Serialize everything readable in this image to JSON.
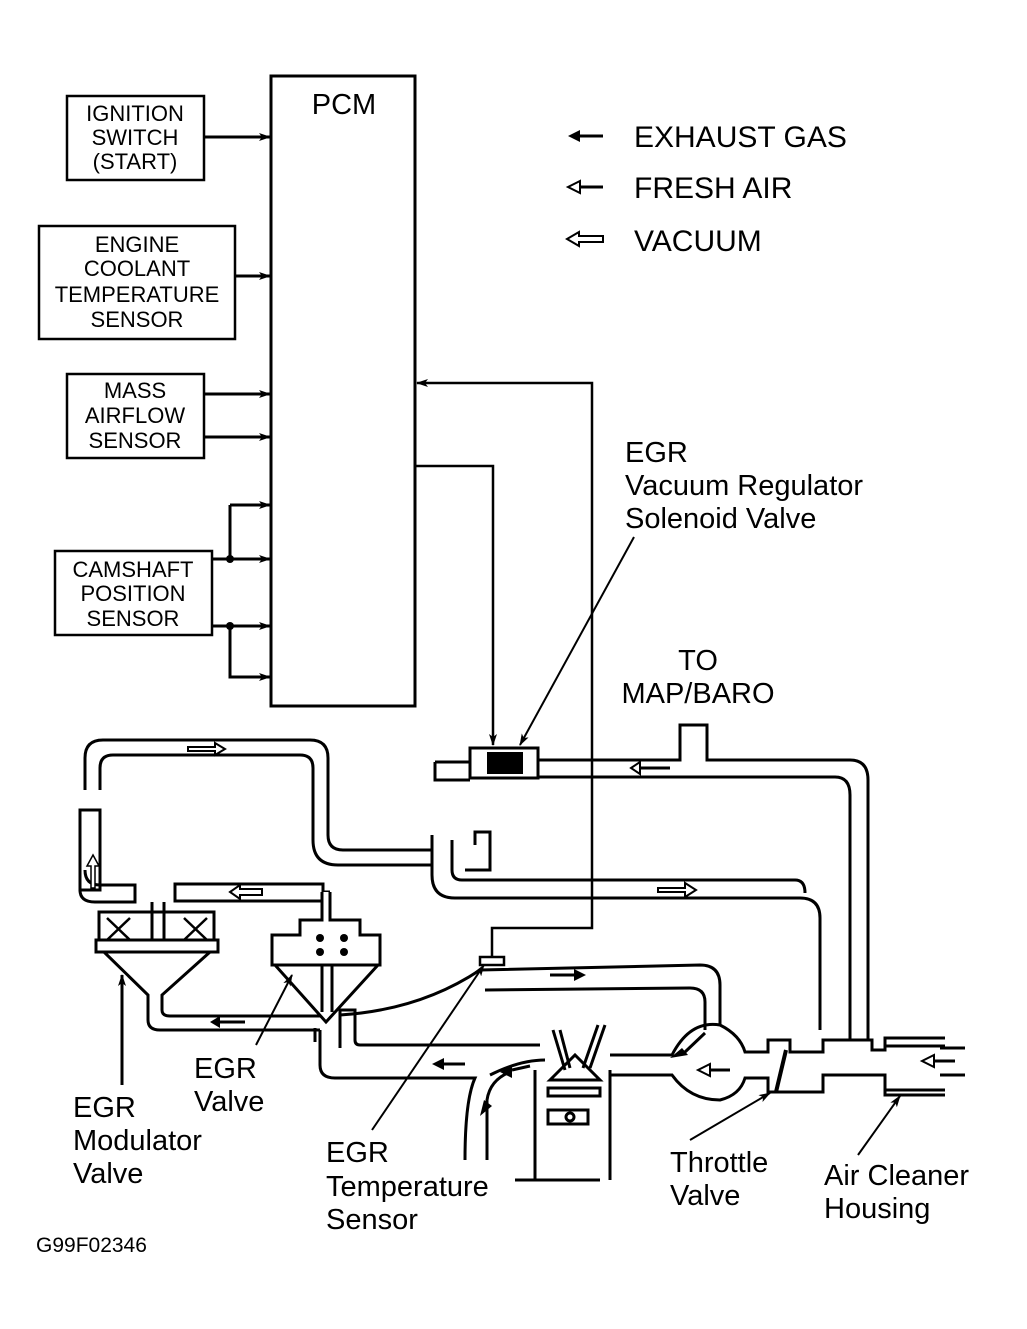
{
  "diagram": {
    "title": "EGR System Schematic",
    "figure_code": "G99F02346",
    "pcm": {
      "label": "PCM"
    },
    "inputs": [
      {
        "id": "ignition",
        "lines": [
          "IGNITION",
          "SWITCH",
          "(START)"
        ]
      },
      {
        "id": "ect",
        "lines": [
          "ENGINE",
          "COOLANT",
          "TEMPERATURE",
          "SENSOR"
        ]
      },
      {
        "id": "maf",
        "lines": [
          "MASS",
          "AIRFLOW",
          "SENSOR"
        ]
      },
      {
        "id": "cmp",
        "lines": [
          "CAMSHAFT",
          "POSITION",
          "SENSOR"
        ]
      }
    ],
    "legend": [
      {
        "symbol": "solid-arrow",
        "label": "EXHAUST GAS"
      },
      {
        "symbol": "open-head-arrow",
        "label": "FRESH AIR"
      },
      {
        "symbol": "hollow-arrow",
        "label": "VACUUM"
      }
    ],
    "callouts": {
      "vrsv": [
        "EGR",
        "Vacuum Regulator",
        "Solenoid Valve"
      ],
      "map_baro": [
        "TO",
        "MAP/BARO"
      ],
      "modulator": [
        "EGR",
        "Modulator",
        "Valve"
      ],
      "egr_valve": [
        "EGR",
        "Valve"
      ],
      "temp_sensor": [
        "EGR",
        "Temperature",
        "Sensor"
      ],
      "throttle": [
        "Throttle",
        "Valve"
      ],
      "air_cleaner": [
        "Air Cleaner",
        "Housing"
      ]
    }
  }
}
